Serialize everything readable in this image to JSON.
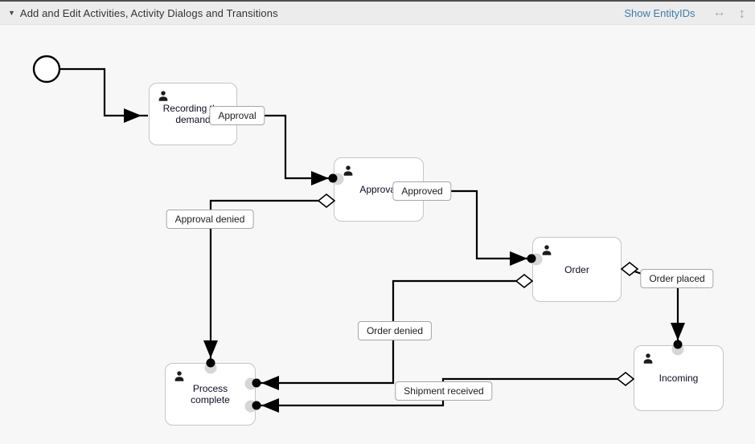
{
  "header": {
    "collapse_icon": "▼",
    "title": "Add and Edit Activities, Activity Dialogs and Transitions",
    "show_entity_ids_label": "Show EntityIDs",
    "extend_width_icon": "↔",
    "extend_height_icon": "↕"
  },
  "diagram": {
    "activities": [
      {
        "name": "Recording the demand"
      },
      {
        "name": "Approval"
      },
      {
        "name": "Order"
      },
      {
        "name": "Incoming"
      },
      {
        "name": "Process complete"
      }
    ],
    "transitions": [
      {
        "name": "Approval"
      },
      {
        "name": "Approved"
      },
      {
        "name": "Approval denied"
      },
      {
        "name": "Order placed"
      },
      {
        "name": "Order denied"
      },
      {
        "name": "Shipment received"
      }
    ]
  },
  "colors": {
    "header_background": "#ececec",
    "canvas_background": "#f7f7f7",
    "link_blue": "#3e7ca8",
    "connector_line": "#000000",
    "activity_border": "#c6c6c6",
    "label_border": "#a6a6a6",
    "endpoint_gray": "#d6d6d6"
  }
}
